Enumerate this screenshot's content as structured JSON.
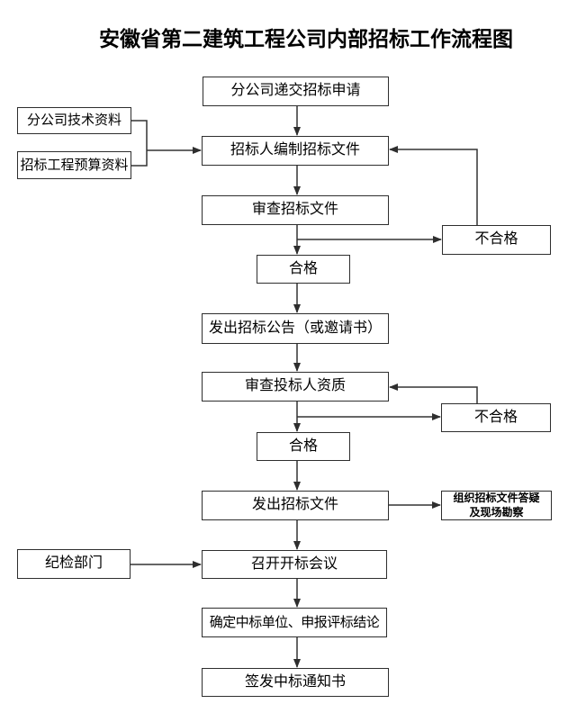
{
  "title": "安徽省第二建筑工程公司内部招标工作流程图",
  "flowchart": {
    "colors": {
      "background": "#ffffff",
      "line": "#333333",
      "box_border": "#2e2e2e",
      "text": "#000000"
    },
    "nodes": [
      {
        "id": "submit-application",
        "label": "分公司递交招标申请"
      },
      {
        "id": "tech-materials",
        "label": "分公司技术资料"
      },
      {
        "id": "budget-materials",
        "label": "招标工程预算资料"
      },
      {
        "id": "prepare-documents",
        "label": "招标人编制招标文件"
      },
      {
        "id": "review-documents",
        "label": "审查招标文件"
      },
      {
        "id": "fail-1",
        "label": "不合格"
      },
      {
        "id": "pass-1",
        "label": "合格"
      },
      {
        "id": "announce",
        "label": "发出招标公告（或邀请书）"
      },
      {
        "id": "review-bidders",
        "label": "审查投标人资质"
      },
      {
        "id": "fail-2",
        "label": "不合格"
      },
      {
        "id": "pass-2",
        "label": "合格"
      },
      {
        "id": "issue-documents",
        "label": "发出招标文件"
      },
      {
        "id": "qa-site-survey",
        "label_line1": "组织招标文件答疑",
        "label_line2": "及现场勘察"
      },
      {
        "id": "discipline-dept",
        "label": "纪检部门"
      },
      {
        "id": "bid-opening-meeting",
        "label": "召开开标会议"
      },
      {
        "id": "determine-winner",
        "label": "确定中标单位、申报评标结论"
      },
      {
        "id": "issue-award-notice",
        "label": "签发中标通知书"
      }
    ],
    "edges": [
      {
        "from": "submit-application",
        "to": "prepare-documents"
      },
      {
        "from": "tech-materials",
        "to": "prepare-documents"
      },
      {
        "from": "budget-materials",
        "to": "prepare-documents"
      },
      {
        "from": "prepare-documents",
        "to": "review-documents"
      },
      {
        "from": "review-documents",
        "to": "pass-1"
      },
      {
        "from": "review-documents",
        "to": "fail-1"
      },
      {
        "from": "fail-1",
        "to": "prepare-documents"
      },
      {
        "from": "pass-1",
        "to": "announce"
      },
      {
        "from": "announce",
        "to": "review-bidders"
      },
      {
        "from": "review-bidders",
        "to": "pass-2"
      },
      {
        "from": "review-bidders",
        "to": "fail-2"
      },
      {
        "from": "fail-2",
        "to": "review-bidders"
      },
      {
        "from": "pass-2",
        "to": "issue-documents"
      },
      {
        "from": "issue-documents",
        "to": "qa-site-survey"
      },
      {
        "from": "issue-documents",
        "to": "bid-opening-meeting"
      },
      {
        "from": "discipline-dept",
        "to": "bid-opening-meeting"
      },
      {
        "from": "bid-opening-meeting",
        "to": "determine-winner"
      },
      {
        "from": "determine-winner",
        "to": "issue-award-notice"
      }
    ]
  }
}
